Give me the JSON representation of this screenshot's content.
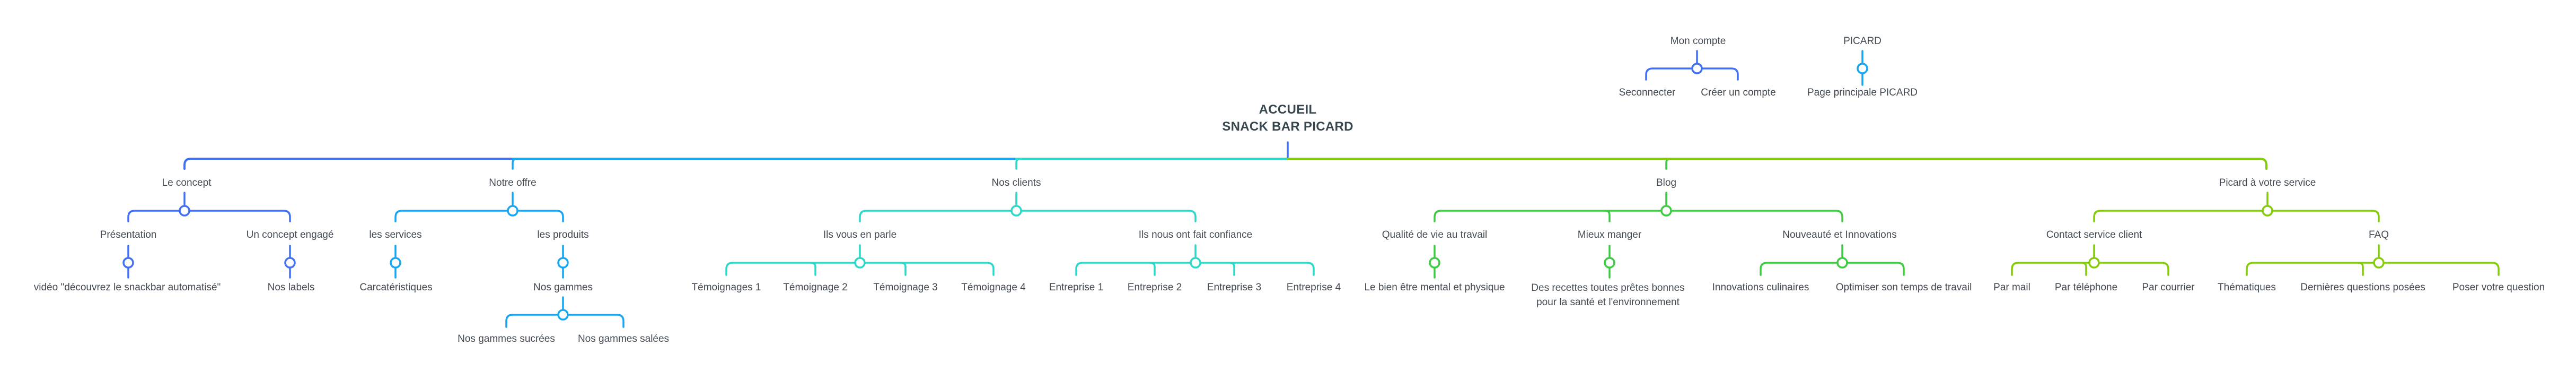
{
  "colors": {
    "blue": "#4170f5",
    "light_blue": "#16a6f2",
    "teal": "#2bd9c8",
    "green": "#3dcb42",
    "chartreuse": "#84cc0a",
    "text": "#434a52",
    "title_text": "#37474f"
  },
  "root": {
    "title_line1": "ACCUEIL",
    "title_line2": "SNACK BAR PICARD"
  },
  "top_trees": {
    "account": {
      "label": "Mon compte",
      "children": [
        {
          "label": "Seconnecter"
        },
        {
          "label": "Créer un compte"
        }
      ]
    },
    "picard": {
      "label": "PICARD",
      "children": [
        {
          "label": "Page principale PICARD"
        }
      ]
    }
  },
  "branches": [
    {
      "label": "Le concept",
      "children": [
        {
          "label": "Présentation",
          "children": [
            {
              "label": "vidéo \"découvrez le snackbar automatisé\""
            }
          ]
        },
        {
          "label": "Un concept engagé",
          "children": [
            {
              "label": "Nos labels"
            }
          ]
        }
      ]
    },
    {
      "label": "Notre offre",
      "children": [
        {
          "label": "les services",
          "children": [
            {
              "label": "Carcatéristiques"
            }
          ]
        },
        {
          "label": "les produits",
          "children": [
            {
              "label": "Nos gammes",
              "children": [
                {
                  "label": "Nos gammes sucrées"
                },
                {
                  "label": "Nos gammes salées"
                }
              ]
            }
          ]
        }
      ]
    },
    {
      "label": "Nos clients",
      "children": [
        {
          "label": "Ils vous en parle",
          "children": [
            {
              "label": "Témoignages 1"
            },
            {
              "label": "Témoignage 2"
            },
            {
              "label": "Témoignage 3"
            },
            {
              "label": "Témoignage 4"
            }
          ]
        },
        {
          "label": "Ils nous ont fait confiance",
          "children": [
            {
              "label": "Entreprise 1"
            },
            {
              "label": "Entreprise 2"
            },
            {
              "label": "Entreprise 3"
            },
            {
              "label": "Entreprise 4"
            }
          ]
        }
      ]
    },
    {
      "label": "Blog",
      "children": [
        {
          "label": "Qualité de vie au travail",
          "children": [
            {
              "label": "Le bien être mental et physique"
            }
          ]
        },
        {
          "label": "Mieux manger",
          "children": [
            {
              "label": "Des recettes toutes prêtes bonnes pour la santé et l'environnement"
            }
          ]
        },
        {
          "label": "Nouveauté et Innovations",
          "children": [
            {
              "label": "Innovations culinaires"
            },
            {
              "label": "Optimiser son temps de travail"
            }
          ]
        }
      ]
    },
    {
      "label": "Picard à votre service",
      "children": [
        {
          "label": "Contact service client",
          "children": [
            {
              "label": "Par mail"
            },
            {
              "label": "Par téléphone"
            },
            {
              "label": "Par courrier"
            }
          ]
        },
        {
          "label": "FAQ",
          "children": [
            {
              "label": "Thématiques"
            },
            {
              "label": "Dernières questions posées"
            },
            {
              "label": "Poser votre question"
            }
          ]
        }
      ]
    }
  ]
}
